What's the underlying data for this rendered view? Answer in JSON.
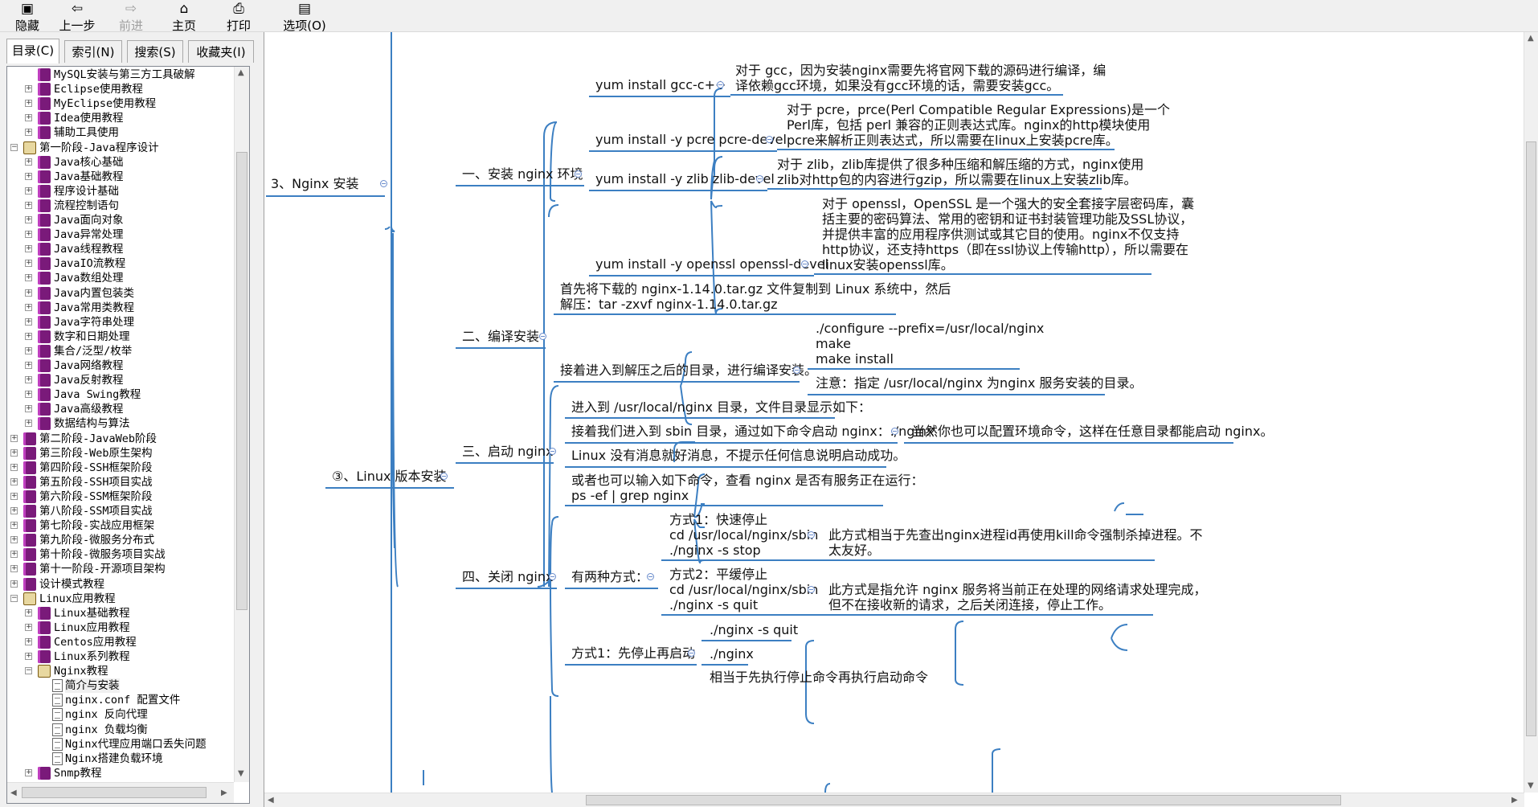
{
  "toolbar": {
    "hide": "隐藏",
    "back": "上一步",
    "forward": "前进",
    "home": "主页",
    "print": "打印",
    "options": "选项(O)"
  },
  "tabs": [
    "目录(C)",
    "索引(N)",
    "搜索(S)",
    "收藏夹(I)"
  ],
  "tree": [
    {
      "label": "MySQL安装与第三方工具破解",
      "level": 1,
      "type": "book",
      "exp": ""
    },
    {
      "label": "Eclipse使用教程",
      "level": 1,
      "type": "book",
      "exp": "+"
    },
    {
      "label": "MyEclipse使用教程",
      "level": 1,
      "type": "book",
      "exp": "+"
    },
    {
      "label": "Idea使用教程",
      "level": 1,
      "type": "book",
      "exp": "+"
    },
    {
      "label": "辅助工具使用",
      "level": 1,
      "type": "book",
      "exp": "+"
    },
    {
      "label": "第一阶段-Java程序设计",
      "level": 0,
      "type": "open",
      "exp": "-"
    },
    {
      "label": "Java核心基础",
      "level": 1,
      "type": "book",
      "exp": "+"
    },
    {
      "label": "Java基础教程",
      "level": 1,
      "type": "book",
      "exp": "+"
    },
    {
      "label": "程序设计基础",
      "level": 1,
      "type": "book",
      "exp": "+"
    },
    {
      "label": "流程控制语句",
      "level": 1,
      "type": "book",
      "exp": "+"
    },
    {
      "label": "Java面向对象",
      "level": 1,
      "type": "book",
      "exp": "+"
    },
    {
      "label": "Java异常处理",
      "level": 1,
      "type": "book",
      "exp": "+"
    },
    {
      "label": "Java线程教程",
      "level": 1,
      "type": "book",
      "exp": "+"
    },
    {
      "label": "JavaIO流教程",
      "level": 1,
      "type": "book",
      "exp": "+"
    },
    {
      "label": "Java数组处理",
      "level": 1,
      "type": "book",
      "exp": "+"
    },
    {
      "label": "Java内置包装类",
      "level": 1,
      "type": "book",
      "exp": "+"
    },
    {
      "label": "Java常用类教程",
      "level": 1,
      "type": "book",
      "exp": "+"
    },
    {
      "label": "Java字符串处理",
      "level": 1,
      "type": "book",
      "exp": "+"
    },
    {
      "label": "数字和日期处理",
      "level": 1,
      "type": "book",
      "exp": "+"
    },
    {
      "label": "集合/泛型/枚举",
      "level": 1,
      "type": "book",
      "exp": "+"
    },
    {
      "label": "Java网络教程",
      "level": 1,
      "type": "book",
      "exp": "+"
    },
    {
      "label": "Java反射教程",
      "level": 1,
      "type": "book",
      "exp": "+"
    },
    {
      "label": "Java Swing教程",
      "level": 1,
      "type": "book",
      "exp": "+"
    },
    {
      "label": "Java高级教程",
      "level": 1,
      "type": "book",
      "exp": "+"
    },
    {
      "label": "数据结构与算法",
      "level": 1,
      "type": "book",
      "exp": "+"
    },
    {
      "label": "第二阶段-JavaWeb阶段",
      "level": 0,
      "type": "book",
      "exp": "+"
    },
    {
      "label": "第三阶段-Web原生架构",
      "level": 0,
      "type": "book",
      "exp": "+"
    },
    {
      "label": "第四阶段-SSH框架阶段",
      "level": 0,
      "type": "book",
      "exp": "+"
    },
    {
      "label": "第五阶段-SSH项目实战",
      "level": 0,
      "type": "book",
      "exp": "+"
    },
    {
      "label": "第六阶段-SSM框架阶段",
      "level": 0,
      "type": "book",
      "exp": "+"
    },
    {
      "label": "第八阶段-SSM项目实战",
      "level": 0,
      "type": "book",
      "exp": "+"
    },
    {
      "label": "第七阶段-实战应用框架",
      "level": 0,
      "type": "book",
      "exp": "+"
    },
    {
      "label": "第九阶段-微服务分布式",
      "level": 0,
      "type": "book",
      "exp": "+"
    },
    {
      "label": "第十阶段-微服务项目实战",
      "level": 0,
      "type": "book",
      "exp": "+"
    },
    {
      "label": "第十一阶段-开源项目架构",
      "level": 0,
      "type": "book",
      "exp": "+"
    },
    {
      "label": "设计模式教程",
      "level": 0,
      "type": "book",
      "exp": "+"
    },
    {
      "label": "Linux应用教程",
      "level": 0,
      "type": "open",
      "exp": "-"
    },
    {
      "label": "Linux基础教程",
      "level": 1,
      "type": "book",
      "exp": "+"
    },
    {
      "label": "Linux应用教程",
      "level": 1,
      "type": "book",
      "exp": "+"
    },
    {
      "label": "Centos应用教程",
      "level": 1,
      "type": "book",
      "exp": "+"
    },
    {
      "label": "Linux系列教程",
      "level": 1,
      "type": "book",
      "exp": "+"
    },
    {
      "label": "Nginx教程",
      "level": 1,
      "type": "open",
      "exp": "-"
    },
    {
      "label": "简介与安装",
      "level": 2,
      "type": "page",
      "exp": "",
      "selected": true
    },
    {
      "label": "nginx.conf 配置文件",
      "level": 2,
      "type": "page",
      "exp": ""
    },
    {
      "label": "nginx 反向代理",
      "level": 2,
      "type": "page",
      "exp": ""
    },
    {
      "label": "nginx 负载均衡",
      "level": 2,
      "type": "page",
      "exp": ""
    },
    {
      "label": "Nginx代理应用端口丢失问题",
      "level": 2,
      "type": "page",
      "exp": ""
    },
    {
      "label": "Nginx搭建负载环境",
      "level": 2,
      "type": "page",
      "exp": ""
    },
    {
      "label": "Snmp教程",
      "level": 1,
      "type": "book",
      "exp": "+"
    }
  ],
  "mindmap": {
    "n_nginx_install": "3、Nginx 安装",
    "n_linux_install": "③、Linux 版本安装",
    "s1": "一、安装 nginx 环境",
    "s1_gcc": "yum install gcc-c++",
    "s1_gcc_note": [
      "对于 gcc，因为安装nginx需要先将官网下载的源码进行编译，编",
      "译依赖gcc环境，如果没有gcc环境的话，需要安装gcc。"
    ],
    "s1_pcre": "yum install -y pcre pcre-devel",
    "s1_pcre_note": [
      "对于 pcre，prce(Perl Compatible Regular Expressions)是一个",
      "Perl库，包括 perl 兼容的正则表达式库。nginx的http模块使用",
      "pcre来解析正则表达式，所以需要在linux上安装pcre库。"
    ],
    "s1_zlib": "yum install -y zlib zlib-devel",
    "s1_zlib_note": [
      "对于 zlib，zlib库提供了很多种压缩和解压缩的方式，nginx使用",
      "zlib对http包的内容进行gzip，所以需要在linux上安装zlib库。"
    ],
    "s1_openssl": "yum install -y openssl openssl-devel",
    "s1_openssl_note": [
      "对于 openssl，OpenSSL 是一个强大的安全套接字层密码库，囊",
      "括主要的密码算法、常用的密钥和证书封装管理功能及SSL协议，",
      "并提供丰富的应用程序供测试或其它目的使用。nginx不仅支持",
      "http协议，还支持https（即在ssl协议上传输http），所以需要在",
      "linux安装openssl库。"
    ],
    "s2": "二、编译安装",
    "s2_first": [
      "首先将下载的 nginx-1.14.0.tar.gz 文件复制到 Linux 系统中，然后",
      "解压：tar -zxvf nginx-1.14.0.tar.gz"
    ],
    "s2_then": "接着进入到解压之后的目录，进行编译安装。",
    "s2_cmds": [
      "./configure --prefix=/usr/local/nginx",
      "make",
      "make install"
    ],
    "s2_note": "注意：指定 /usr/local/nginx 为nginx 服务安装的目录。",
    "s3": "三、启动 nginx",
    "s3_a": "进入到 /usr/local/nginx 目录，文件目录显示如下：",
    "s3_b": "接着我们进入到 sbin 目录，通过如下命令启动 nginx：./nginx",
    "s3_b_note": "当然你也可以配置环境命令，这样在任意目录都能启动 nginx。",
    "s3_c": "Linux 没有消息就好消息，不提示任何信息说明启动成功。",
    "s3_d": [
      "或者也可以输入如下命令，查看 nginx 是否有服务正在运行：",
      "ps -ef | grep nginx"
    ],
    "s4": "四、关闭 nginx",
    "s4_two": "有两种方式：",
    "s4_m1": [
      "方式1：快速停止",
      "cd /usr/local/nginx/sbin",
      "./nginx -s stop"
    ],
    "s4_m1_note": [
      "此方式相当于先查出nginx进程id再使用kill命令强制杀掉进程。不",
      "太友好。"
    ],
    "s4_m2": [
      "方式2：平缓停止",
      "cd /usr/local/nginx/sbin",
      "./nginx -s quit"
    ],
    "s4_m2_note": [
      "此方式是指允许 nginx 服务将当前正在处理的网络请求处理完成，",
      "但不在接收新的请求，之后关闭连接，停止工作。"
    ],
    "s5_m1": "方式1：先停止再启动",
    "s5_quit": "./nginx -s quit",
    "s5_start": "./nginx",
    "s5_partial": "相当于先执行停止命令再执行启动命令"
  },
  "colors": {
    "branch": "#3c7fc2",
    "underline": "#3c7fc2"
  }
}
